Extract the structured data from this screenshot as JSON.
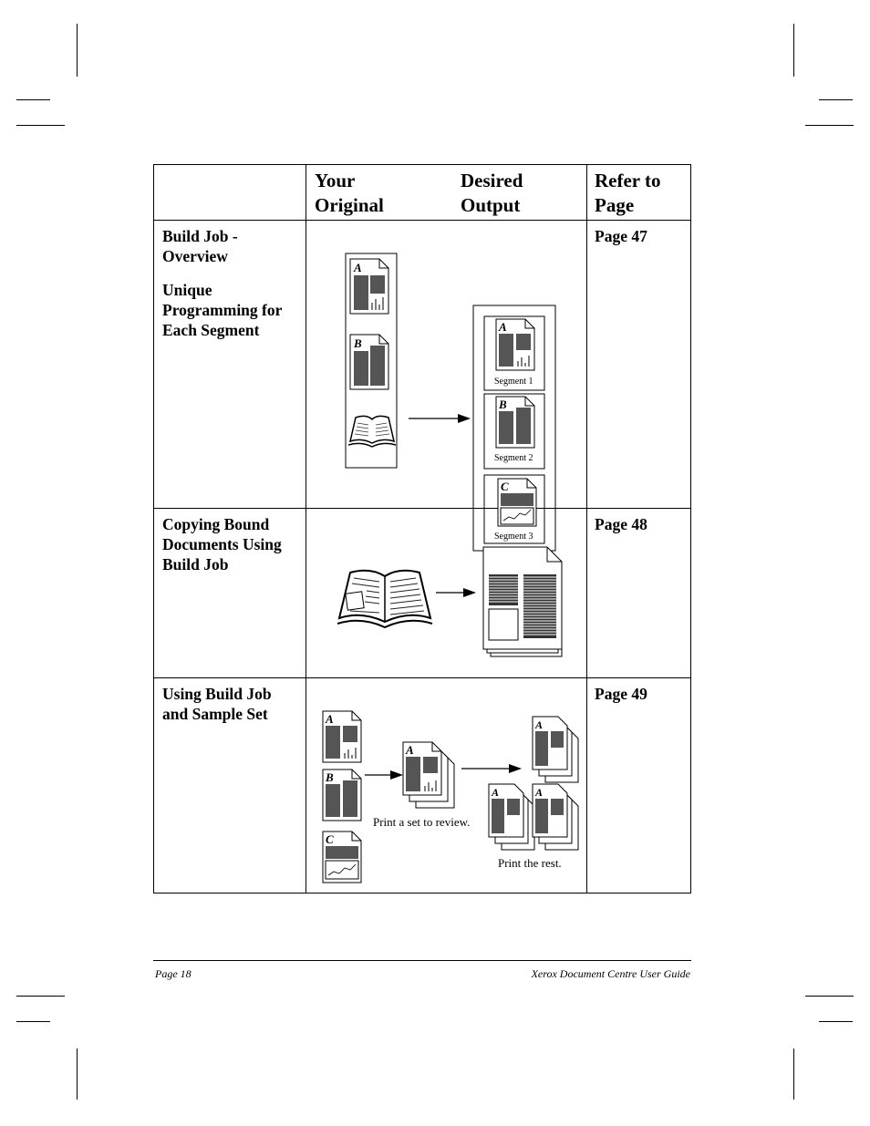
{
  "header": {
    "col_original_1": "Your",
    "col_original_2": "Original",
    "col_output_1": "Desired",
    "col_output_2": "Output",
    "col_ref_1": "Refer to",
    "col_ref_2": "Page"
  },
  "rows": [
    {
      "title": "Build Job - Overview",
      "subtitle": "Unique Programming for Each Segment",
      "page": "Page 47",
      "segments": [
        "Segment 1",
        "Segment 2",
        "Segment 3"
      ],
      "page_letters": [
        "A",
        "B",
        "C"
      ]
    },
    {
      "title": "Copying Bound Documents Using Build Job",
      "page": "Page 48"
    },
    {
      "title": "Using Build Job and Sample Set",
      "page": "Page 49",
      "caption_review": "Print a set to review.",
      "caption_rest": "Print the rest."
    }
  ],
  "footer": {
    "page_number": "Page 18",
    "guide_title": "Xerox Document Centre User Guide"
  }
}
